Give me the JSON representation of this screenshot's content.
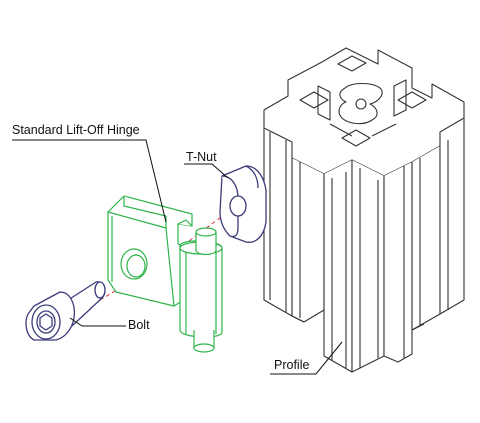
{
  "labels": {
    "hinge": "Standard Lift-Off Hinge",
    "tnut": "T-Nut",
    "bolt": "Bolt",
    "profile": "Profile"
  },
  "parts": [
    {
      "id": "hinge",
      "color": "#2fb34a"
    },
    {
      "id": "tnut",
      "color": "#3b3b7a"
    },
    {
      "id": "bolt",
      "color": "#3b3b7a"
    },
    {
      "id": "profile",
      "color": "#333333"
    }
  ],
  "colors": {
    "hinge_line": "#2fb34a",
    "fastener_line": "#3b3b7a",
    "profile_line": "#333333",
    "axis_line": "#e0303a",
    "leader_line": "#111111"
  }
}
